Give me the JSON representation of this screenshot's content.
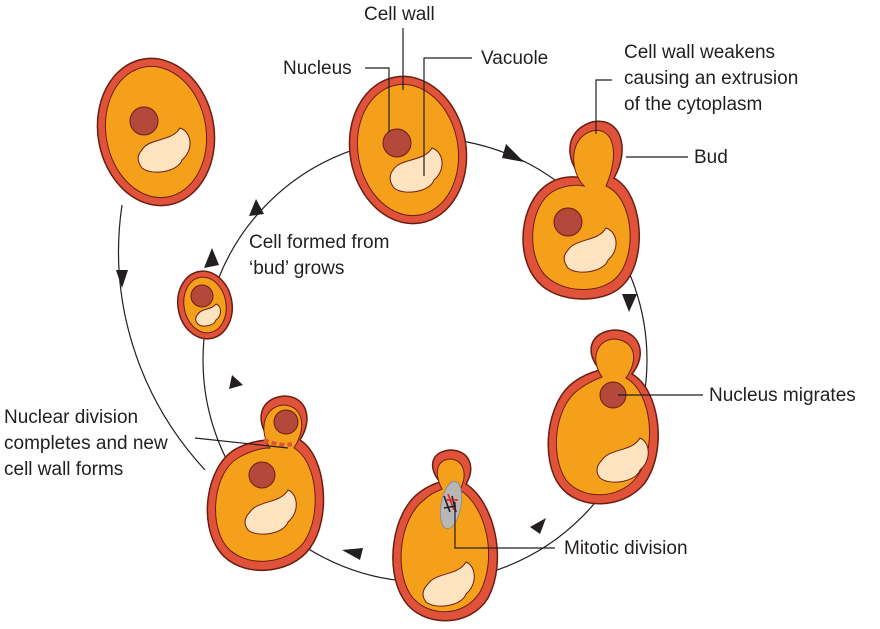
{
  "colors": {
    "cytoplasm": "#f5a01a",
    "cell_wall": "#e0533a",
    "cell_outline": "#6b1d12",
    "nucleus": "#b4483a",
    "vacuole": "#fde3c0",
    "spindle": "#b7b7b7",
    "chromosome": "#e32121",
    "arrow": "#231f20"
  },
  "labels": {
    "cell_wall": "Cell wall",
    "nucleus": "Nucleus",
    "vacuole": "Vacuole",
    "weakens": [
      "Cell wall weakens",
      "causing an extrusion",
      "of the cytoplasm"
    ],
    "bud": "Bud",
    "grows": [
      "Cell formed from",
      "‘bud’ grows"
    ],
    "migrates": "Nucleus migrates",
    "nuclear_division": [
      "Nuclear division",
      "completes and new",
      "cell wall forms"
    ],
    "mitotic": "Mitotic division"
  }
}
